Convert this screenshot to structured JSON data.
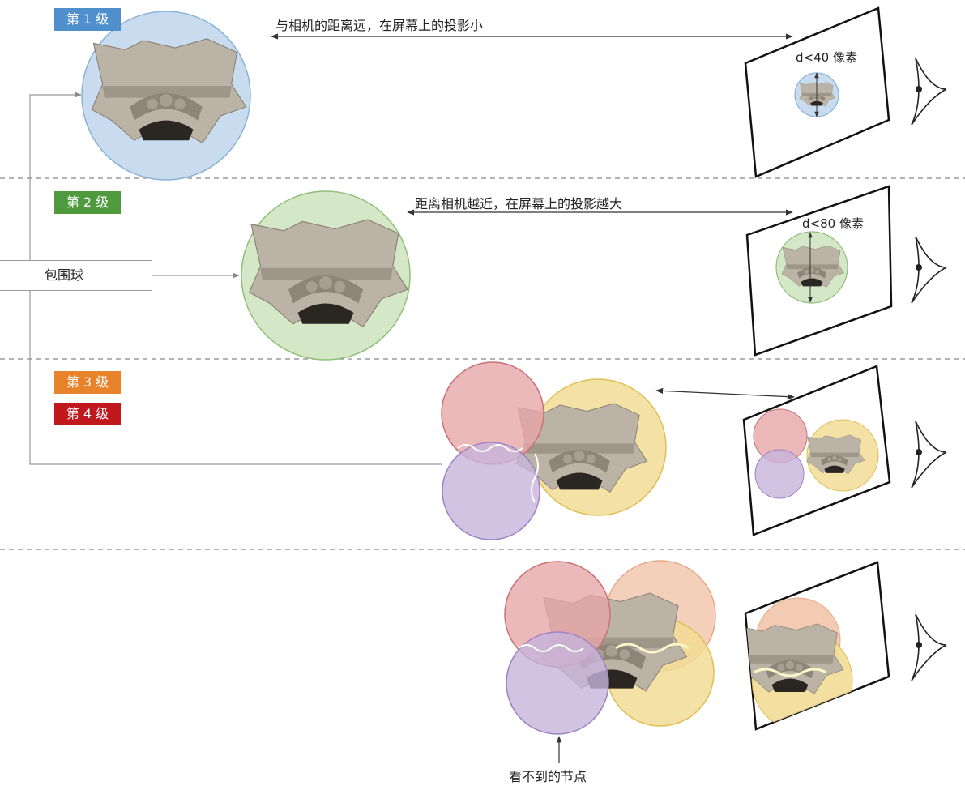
{
  "levels": [
    {
      "label": "第 1 级",
      "color": "#4f90cc"
    },
    {
      "label": "第 2 级",
      "color": "#4e9a3d"
    },
    {
      "label": "第 3 级",
      "color": "#e8832c"
    },
    {
      "label": "第 4 级",
      "color": "#c0181d"
    }
  ],
  "bounding_sphere_label": "包围球",
  "annotations": {
    "far": "与相机的距离远，在屏幕上的投影小",
    "near": "距离相机越近，在屏幕上的投影越大",
    "d40": "d<40 像素",
    "d80": "d<80 像素",
    "invisible_node": "看不到的节点"
  },
  "colors": {
    "blue_fill": "#c9dcef",
    "green_fill": "#d4e8c7",
    "red_fill": "#e7a5a7",
    "yellow_fill": "#f2dc95",
    "purple_fill": "#c8b4dc",
    "peach_fill": "#f3cbb2",
    "stone": "#b7aea2",
    "stone_dark": "#7d7468"
  }
}
